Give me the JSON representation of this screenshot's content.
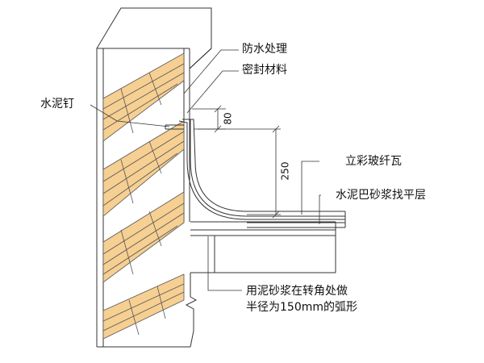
{
  "labels": {
    "waterproofing": "防水处理",
    "sealant": "密封材料",
    "cement_nail": "水泥钉",
    "fiberglass_tile": "立彩玻纤瓦",
    "leveling_layer": "水泥巴砂浆找平层",
    "note_line1": "用泥砂浆在转角处做",
    "note_line2": "半径为150mm的弧形"
  },
  "dimensions": {
    "upper": "80",
    "lower": "250"
  },
  "colors": {
    "brick_fill": "#f6cf92",
    "line": "#333333"
  }
}
